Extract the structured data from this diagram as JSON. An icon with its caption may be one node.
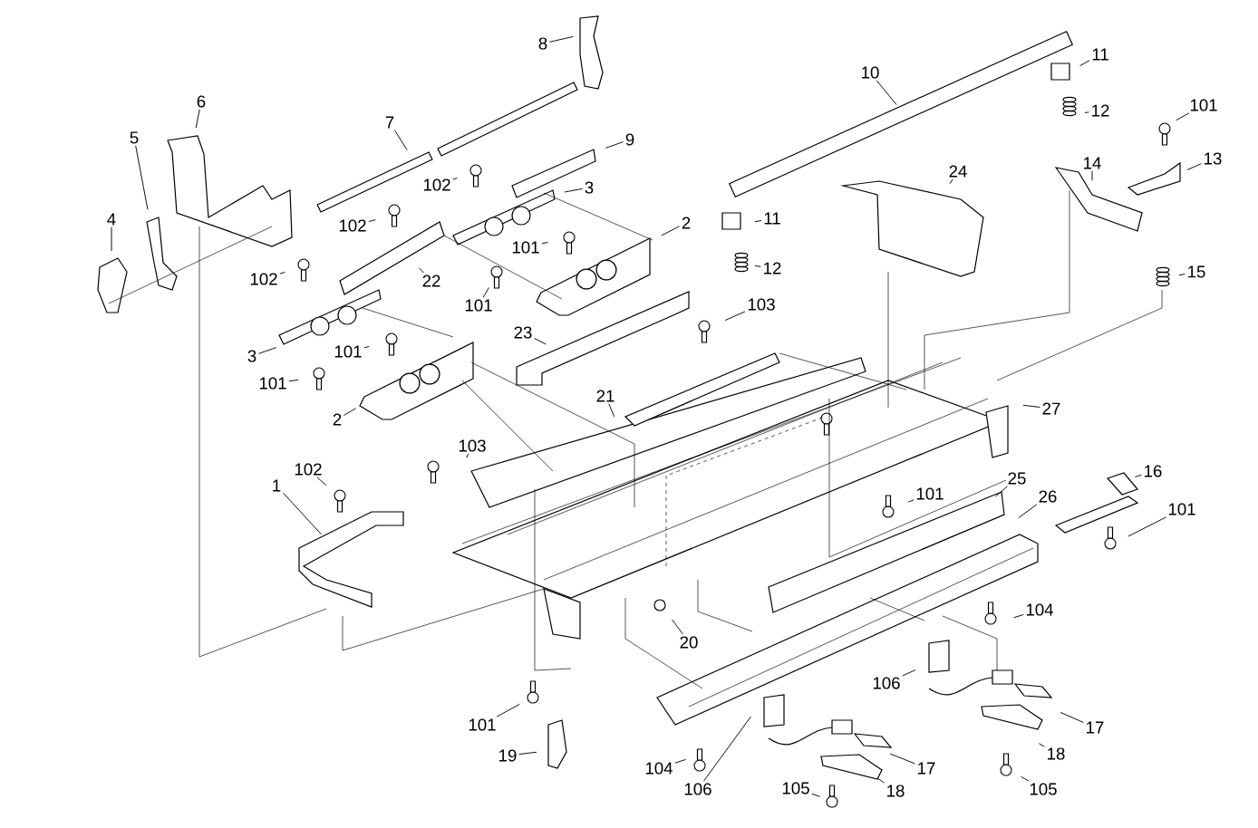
{
  "diagram": {
    "nodes": [
      {
        "text": [
          "8"
        ]
      },
      {
        "text": [
          "6"
        ]
      },
      {
        "text": [
          "5"
        ]
      },
      {
        "text": [
          "4"
        ]
      },
      {
        "text": [
          "7"
        ]
      },
      {
        "text": [
          "102"
        ]
      },
      {
        "text": [
          "3"
        ]
      },
      {
        "text": [
          "9"
        ]
      },
      {
        "text": [
          "2"
        ]
      },
      {
        "text": [
          "102"
        ]
      },
      {
        "text": [
          "101"
        ]
      },
      {
        "text": [
          "22"
        ]
      },
      {
        "text": [
          "102"
        ]
      },
      {
        "text": [
          "101"
        ]
      },
      {
        "text": [
          "23"
        ]
      },
      {
        "text": [
          "3"
        ]
      },
      {
        "text": [
          "101"
        ]
      },
      {
        "text": [
          "101"
        ]
      },
      {
        "text": [
          "2"
        ]
      },
      {
        "text": [
          "21"
        ]
      },
      {
        "text": [
          "103"
        ]
      },
      {
        "text": [
          "103"
        ]
      },
      {
        "text": [
          "102"
        ]
      },
      {
        "text": [
          "1"
        ]
      },
      {
        "text": [
          "101"
        ]
      },
      {
        "text": [
          "19"
        ]
      },
      {
        "text": [
          "20"
        ]
      },
      {
        "text": [
          "10"
        ]
      },
      {
        "text": [
          "11"
        ]
      },
      {
        "text": [
          "12"
        ]
      },
      {
        "text": [
          "101"
        ]
      },
      {
        "text": [
          "13"
        ]
      },
      {
        "text": [
          "14"
        ]
      },
      {
        "text": [
          "11"
        ]
      },
      {
        "text": [
          "12"
        ]
      },
      {
        "text": [
          "24"
        ]
      },
      {
        "text": [
          "15"
        ]
      },
      {
        "text": [
          "27"
        ]
      },
      {
        "text": [
          "101"
        ]
      },
      {
        "text": [
          "25"
        ]
      },
      {
        "text": [
          "26"
        ]
      },
      {
        "text": [
          "16"
        ]
      },
      {
        "text": [
          "101"
        ]
      },
      {
        "text": [
          "104"
        ]
      },
      {
        "text": [
          "106"
        ]
      },
      {
        "text": [
          "17"
        ]
      },
      {
        "text": [
          "18"
        ]
      },
      {
        "text": [
          "105"
        ]
      },
      {
        "text": [
          "104"
        ]
      },
      {
        "text": [
          "106"
        ]
      },
      {
        "text": [
          "17"
        ]
      },
      {
        "text": [
          "18"
        ]
      },
      {
        "text": [
          "105"
        ]
      }
    ],
    "edges": [
      {
        "from": 0,
        "to": null,
        "arrow": "none"
      },
      {
        "from": 1,
        "to": null,
        "arrow": "none"
      },
      {
        "from": 2,
        "to": null,
        "arrow": "none"
      },
      {
        "from": 3,
        "to": null,
        "arrow": "none"
      },
      {
        "from": 4,
        "to": null,
        "arrow": "none"
      },
      {
        "from": 5,
        "to": null,
        "arrow": "none"
      },
      {
        "from": 6,
        "to": null,
        "arrow": "none"
      },
      {
        "from": 7,
        "to": null,
        "arrow": "none"
      },
      {
        "from": 8,
        "to": null,
        "arrow": "none"
      },
      {
        "from": 9,
        "to": null,
        "arrow": "none"
      },
      {
        "from": 10,
        "to": null,
        "arrow": "none"
      },
      {
        "from": 11,
        "to": null,
        "arrow": "none"
      },
      {
        "from": 12,
        "to": null,
        "arrow": "none"
      },
      {
        "from": 13,
        "to": null,
        "arrow": "none"
      },
      {
        "from": 14,
        "to": null,
        "arrow": "none"
      },
      {
        "from": 15,
        "to": null,
        "arrow": "none"
      },
      {
        "from": 16,
        "to": null,
        "arrow": "none"
      },
      {
        "from": 17,
        "to": null,
        "arrow": "none"
      },
      {
        "from": 18,
        "to": null,
        "arrow": "none"
      },
      {
        "from": 19,
        "to": null,
        "arrow": "none"
      },
      {
        "from": 20,
        "to": null,
        "arrow": "none"
      },
      {
        "from": 21,
        "to": null,
        "arrow": "none"
      },
      {
        "from": 22,
        "to": null,
        "arrow": "none"
      },
      {
        "from": 23,
        "to": null,
        "arrow": "none"
      },
      {
        "from": 24,
        "to": null,
        "arrow": "none"
      },
      {
        "from": 25,
        "to": null,
        "arrow": "none"
      },
      {
        "from": 26,
        "to": null,
        "arrow": "none"
      },
      {
        "from": 27,
        "to": null,
        "arrow": "none"
      },
      {
        "from": 28,
        "to": null,
        "arrow": "none"
      },
      {
        "from": 29,
        "to": null,
        "arrow": "none"
      },
      {
        "from": 30,
        "to": null,
        "arrow": "none"
      },
      {
        "from": 31,
        "to": null,
        "arrow": "none"
      },
      {
        "from": 32,
        "to": null,
        "arrow": "none"
      },
      {
        "from": 33,
        "to": null,
        "arrow": "none"
      },
      {
        "from": 34,
        "to": null,
        "arrow": "none"
      },
      {
        "from": 35,
        "to": null,
        "arrow": "none"
      },
      {
        "from": 36,
        "to": null,
        "arrow": "none"
      },
      {
        "from": 37,
        "to": null,
        "arrow": "none"
      },
      {
        "from": 38,
        "to": null,
        "arrow": "none"
      },
      {
        "from": 39,
        "to": null,
        "arrow": "none"
      },
      {
        "from": 40,
        "to": null,
        "arrow": "none"
      },
      {
        "from": 41,
        "to": null,
        "arrow": "none"
      },
      {
        "from": 42,
        "to": null,
        "arrow": "none"
      },
      {
        "from": 43,
        "to": null,
        "arrow": "none"
      },
      {
        "from": 44,
        "to": null,
        "arrow": "none"
      },
      {
        "from": 45,
        "to": null,
        "arrow": "none"
      },
      {
        "from": 46,
        "to": null,
        "arrow": "none"
      },
      {
        "from": 47,
        "to": null,
        "arrow": "none"
      },
      {
        "from": 48,
        "to": null,
        "arrow": "none"
      },
      {
        "from": 49,
        "to": null,
        "arrow": "none"
      },
      {
        "from": 50,
        "to": null,
        "arrow": "none"
      },
      {
        "from": 51,
        "to": null,
        "arrow": "none"
      },
      {
        "from": 52,
        "to": null,
        "arrow": "none"
      }
    ]
  }
}
